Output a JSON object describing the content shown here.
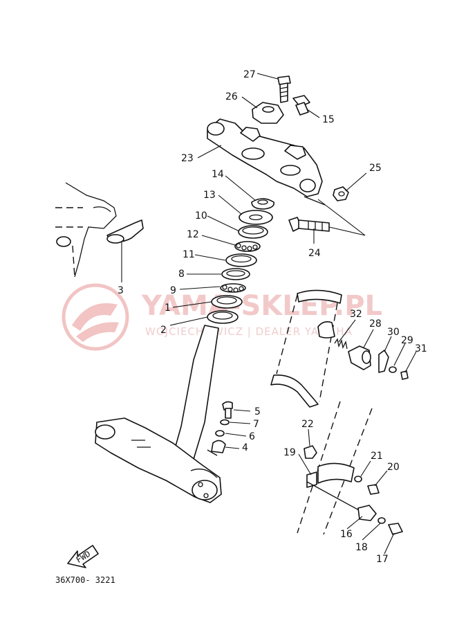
{
  "diagram_code": "36X700- 3221",
  "fwd_label": "FWD",
  "watermark": {
    "title": "YAMA-SKLEP.PL",
    "subtitle": "WOJCIECHOWICZ | DEALER YAMAHA"
  },
  "parts": [
    {
      "id": "p1",
      "number": "1"
    },
    {
      "id": "p2",
      "number": "2"
    },
    {
      "id": "p3",
      "number": "3"
    },
    {
      "id": "p4",
      "number": "4"
    },
    {
      "id": "p5",
      "number": "5"
    },
    {
      "id": "p6",
      "number": "6"
    },
    {
      "id": "p7",
      "number": "7"
    },
    {
      "id": "p8",
      "number": "8"
    },
    {
      "id": "p9",
      "number": "9"
    },
    {
      "id": "p10",
      "number": "10"
    },
    {
      "id": "p11",
      "number": "11"
    },
    {
      "id": "p12",
      "number": "12"
    },
    {
      "id": "p13",
      "number": "13"
    },
    {
      "id": "p14",
      "number": "14"
    },
    {
      "id": "p15",
      "number": "15"
    },
    {
      "id": "p16",
      "number": "16"
    },
    {
      "id": "p17",
      "number": "17"
    },
    {
      "id": "p18",
      "number": "18"
    },
    {
      "id": "p19",
      "number": "19"
    },
    {
      "id": "p20",
      "number": "20"
    },
    {
      "id": "p21",
      "number": "21"
    },
    {
      "id": "p22",
      "number": "22"
    },
    {
      "id": "p23",
      "number": "23"
    },
    {
      "id": "p24",
      "number": "24"
    },
    {
      "id": "p25",
      "number": "25"
    },
    {
      "id": "p26",
      "number": "26"
    },
    {
      "id": "p27",
      "number": "27"
    },
    {
      "id": "p28",
      "number": "28"
    },
    {
      "id": "p29",
      "number": "29"
    },
    {
      "id": "p30",
      "number": "30"
    },
    {
      "id": "p31",
      "number": "31"
    },
    {
      "id": "p32",
      "number": "32"
    }
  ]
}
